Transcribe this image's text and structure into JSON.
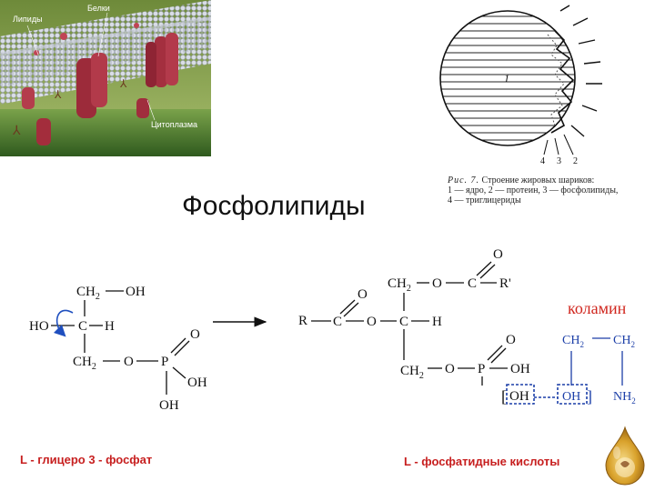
{
  "membrane_image": {
    "labels": {
      "lipids": "Липиды",
      "proteins": "Белки",
      "cytoplasm": "Цитоплазма"
    }
  },
  "globule_figure": {
    "core_numeral": "1",
    "numbers": [
      "4",
      "3",
      "2"
    ],
    "caption": {
      "figure": "Рис. 7.",
      "text": "Строение жировых шариков:",
      "legend": "1 — ядро, 2 — протеин, 3 — фосфолипиды, 4 — триглицериды"
    }
  },
  "title": "Фосфолипиды",
  "glycerophosphate": {
    "top_ch2": "CH",
    "top_sub": "2",
    "top_oh": "OH",
    "ho": "HO",
    "c": "C",
    "h": "H",
    "bot_ch2": "CH",
    "bot_sub": "2",
    "o": "O",
    "p": "P",
    "p_o": "O",
    "p_oh_right": "OH",
    "p_oh_bottom": "OH"
  },
  "phosphatidic_acid": {
    "top_ch2": "CH",
    "top_sub": "2",
    "o1": "O",
    "c1": "C",
    "c1_o": "O",
    "r_prime": "R'",
    "r": "R",
    "c2": "C",
    "c2_o": "O",
    "o2": "O",
    "c_center": "C",
    "h": "H",
    "bot_ch2": "CH",
    "bot_sub": "2",
    "o3": "O",
    "p": "P",
    "p_o": "O",
    "p_oh_right": "OH",
    "p_oh_bottom": "OH"
  },
  "colamine": {
    "label": "коламин",
    "ch2_left": "CH",
    "ch2_left_sub": "2",
    "ch2_right": "CH",
    "ch2_right_sub": "2",
    "oh": "OH",
    "nh2": "NH",
    "nh2_sub": "2"
  },
  "footer": {
    "left": "L - глицеро 3 - фосфат",
    "right": "L - фосфатидные кислоты"
  },
  "colors": {
    "accent_red": "#c71f1f",
    "arrow_blue": "#1f4fbf",
    "colamine_blue": "#1c3fa8",
    "box_dash": "#1c3fa8"
  }
}
